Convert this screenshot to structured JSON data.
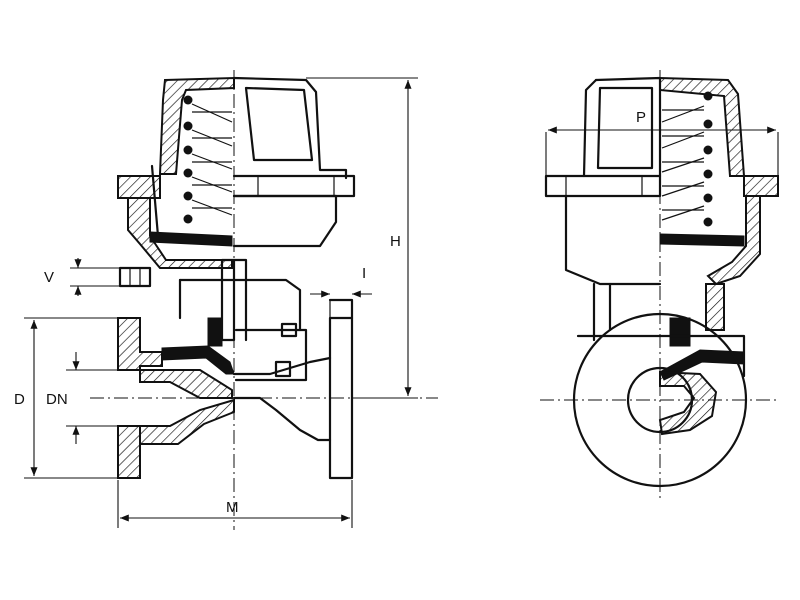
{
  "diagram": {
    "labels": {
      "V": "V",
      "D": "D",
      "DN": "DN",
      "M": "M",
      "I": "I",
      "H": "H",
      "P": "P"
    }
  }
}
